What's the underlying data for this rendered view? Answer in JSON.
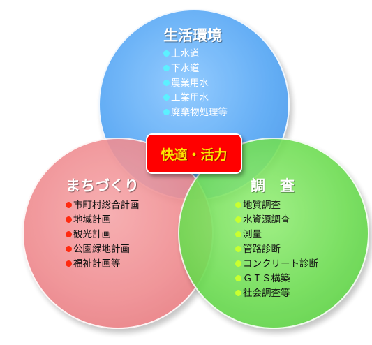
{
  "center": {
    "label": "快適・活力"
  },
  "living_environment": {
    "title": "生活環境",
    "items": [
      "上水道",
      "下水道",
      "農業用水",
      "工業用水",
      "廃棄物処理等"
    ]
  },
  "town_planning": {
    "title": "まちづくり",
    "items": [
      "市町村総合計画",
      "地域計画",
      "観光計画",
      "公園緑地計画",
      "福祉計画等"
    ]
  },
  "survey": {
    "title": "調　査",
    "items": [
      "地質調査",
      "水資源調査",
      "測量",
      "管路診断",
      "コンクリート診断",
      "ＧＩＳ構築",
      "社会調査等"
    ]
  },
  "colors": {
    "blue_circle": "#5aa9f5",
    "red_circle": "#ef8b8f",
    "green_circle": "#6ddc52",
    "center_box": "#ff0000",
    "center_text": "#ffe600"
  }
}
